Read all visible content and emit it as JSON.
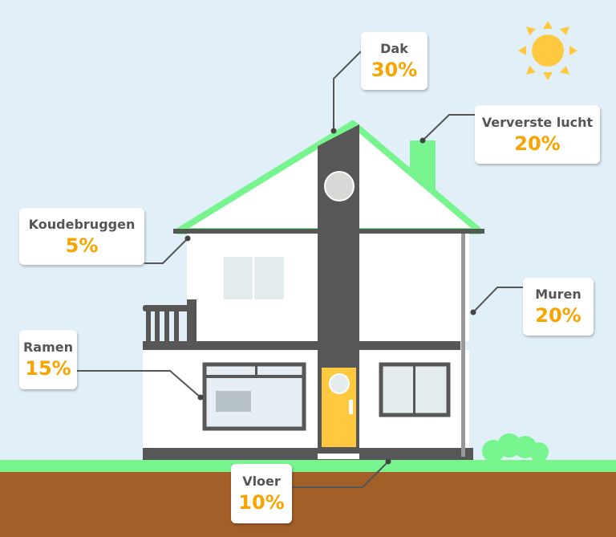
{
  "colors": {
    "sky": "#e1eff8",
    "roof": "#78f48f",
    "wall": "#ffffff",
    "structure": "#575757",
    "door": "#fec83f",
    "sun": "#fec83f",
    "soil": "#a35f28",
    "percent_text": "#f7a400"
  },
  "labels": [
    {
      "id": "dak",
      "name": "Dak",
      "percent": "30%"
    },
    {
      "id": "ververste-lucht",
      "name": "Ververste lucht",
      "percent": "20%"
    },
    {
      "id": "koudebruggen",
      "name": "Koudebruggen",
      "percent": "5%"
    },
    {
      "id": "muren",
      "name": "Muren",
      "percent": "20%"
    },
    {
      "id": "ramen",
      "name": "Ramen",
      "percent": "15%"
    },
    {
      "id": "vloer",
      "name": "Vloer",
      "percent": "10%"
    }
  ],
  "icons": {
    "sun": "sun-icon",
    "bush": "bush-icon"
  }
}
